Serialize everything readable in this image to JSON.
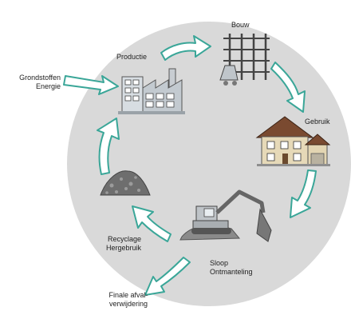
{
  "diagram": {
    "colors": {
      "background_circle": "#d9d9d9",
      "arrow_fill": "#ffffff",
      "arrow_stroke": "#3aa698"
    },
    "stages": [
      {
        "id": "productie",
        "label": "Productie",
        "icon": "factory-icon"
      },
      {
        "id": "bouw",
        "label": "Bouw",
        "icon": "building-frame-icon"
      },
      {
        "id": "gebruik",
        "label": "Gebruik",
        "icon": "house-icon"
      },
      {
        "id": "sloop",
        "label_line1": "Sloop",
        "label_line2": "Ontmanteling",
        "icon": "excavator-icon"
      },
      {
        "id": "recycling",
        "label_line1": "Recyclage",
        "label_line2": "Hergebruik",
        "icon": "rubble-pile-icon"
      }
    ],
    "input": {
      "label_line1": "Grondstoffen",
      "label_line2": "Energie"
    },
    "output": {
      "label_line1": "Finale afval-",
      "label_line2": "verwijdering"
    }
  }
}
